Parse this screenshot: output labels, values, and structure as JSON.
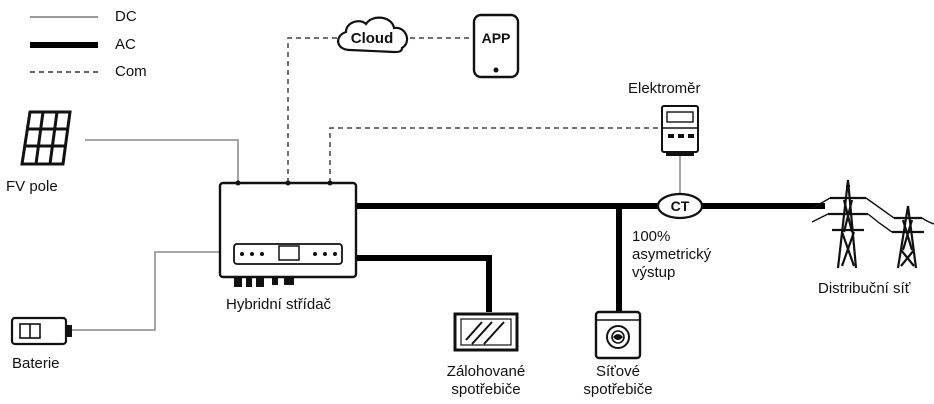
{
  "legend": {
    "items": [
      {
        "label": "DC",
        "style": "thin-solid"
      },
      {
        "label": "AC",
        "style": "thick-solid"
      },
      {
        "label": "Com",
        "style": "dashed"
      }
    ]
  },
  "nodes": {
    "cloud": "Cloud",
    "app": "APP",
    "meter": "Elektroměr",
    "ct": "CT",
    "pv": "FV pole",
    "inverter": "Hybridní střídač",
    "battery": "Baterie",
    "backup_loads_line1": "Zálohované",
    "backup_loads_line2": "spotřebiče",
    "grid_loads_line1": "Síťové",
    "grid_loads_line2": "spotřebiče",
    "grid": "Distribuční síť",
    "asym_line1": "100%",
    "asym_line2": "asymetrický",
    "asym_line3": "výstup"
  },
  "colors": {
    "dc_line": "#9a9a9a",
    "ac_line": "#000000",
    "com_line": "#555555"
  }
}
